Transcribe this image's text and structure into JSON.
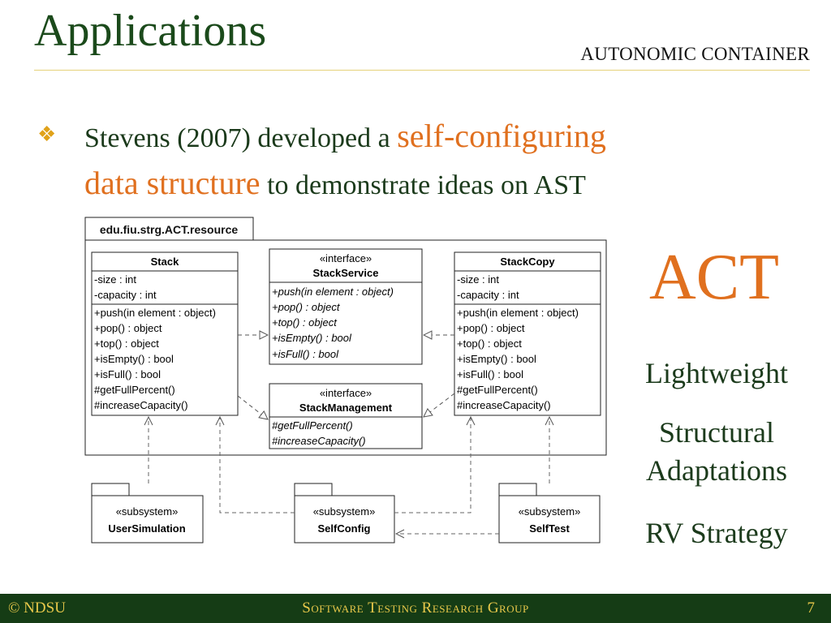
{
  "slide": {
    "title": "Applications",
    "section": "AUTONOMIC CONTAINER",
    "bullet": {
      "part1": "Stevens (2007) developed a ",
      "highlight1": "self-configuring",
      "highlight2": "data structure",
      "part2": " to demonstrate ideas on AST"
    },
    "side": {
      "heading": "ACT",
      "item1": "Lightweight",
      "item2a": "Structural",
      "item2b": "Adaptations",
      "item3": "RV Strategy"
    },
    "footer": {
      "left": "© NDSU",
      "center": "Software Testing Research Group",
      "page": "7"
    }
  },
  "diagram": {
    "package": "edu.fiu.strg.ACT.resource",
    "classes": {
      "stack": {
        "name": "Stack",
        "attributes": [
          "-size : int",
          "-capacity : int"
        ],
        "methods": [
          "+push(in element : object)",
          "+pop() : object",
          "+top() : object",
          "+isEmpty() : bool",
          "+isFull() : bool",
          "#getFullPercent()",
          "#increaseCapacity()"
        ]
      },
      "stack_service": {
        "stereotype": "«interface»",
        "name": "StackService",
        "methods": [
          "+push(in element : object)",
          "+pop() : object",
          "+top() : object",
          "+isEmpty() : bool",
          "+isFull() : bool"
        ]
      },
      "stack_copy": {
        "name": "StackCopy",
        "attributes": [
          "-size : int",
          "-capacity : int"
        ],
        "methods": [
          "+push(in element : object)",
          "+pop() : object",
          "+top() : object",
          "+isEmpty() : bool",
          "+isFull() : bool",
          "#getFullPercent()",
          "#increaseCapacity()"
        ]
      },
      "stack_management": {
        "stereotype": "«interface»",
        "name": "StackManagement",
        "methods": [
          "#getFullPercent()",
          "#increaseCapacity()"
        ]
      }
    },
    "subsystems": {
      "user_simulation": {
        "stereotype": "«subsystem»",
        "name": "UserSimulation"
      },
      "self_config": {
        "stereotype": "«subsystem»",
        "name": "SelfConfig"
      },
      "self_test": {
        "stereotype": "«subsystem»",
        "name": "SelfTest"
      }
    }
  }
}
